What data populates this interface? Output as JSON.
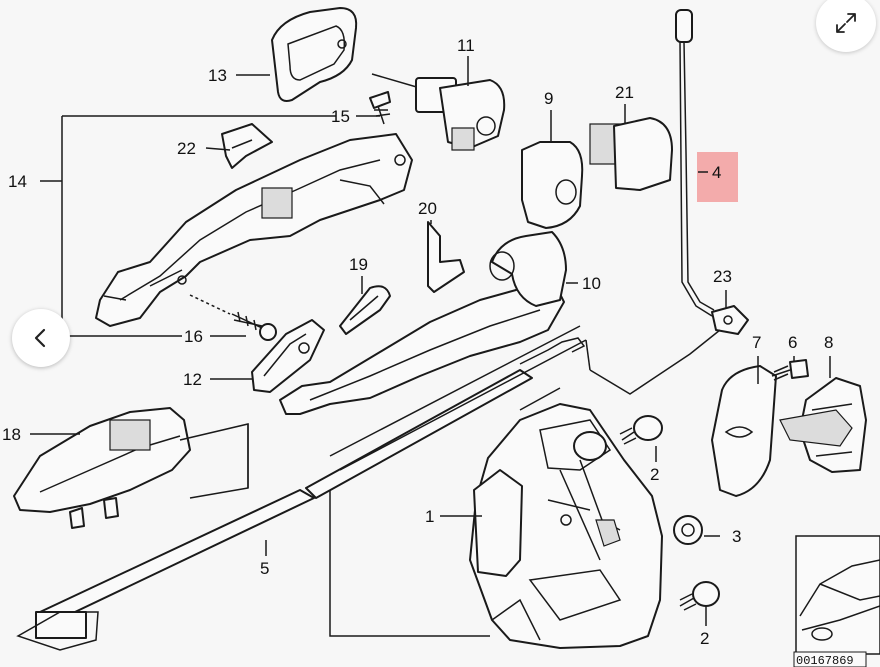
{
  "diagram": {
    "labels": {
      "p1": "1",
      "p2a": "2",
      "p2b": "2",
      "p3": "3",
      "p4": "4",
      "p5": "5",
      "p6": "6",
      "p7": "7",
      "p8": "8",
      "p9": "9",
      "p10": "10",
      "p11": "11",
      "p12": "12",
      "p13": "13",
      "p14": "14",
      "p15": "15",
      "p16": "16",
      "p18": "18",
      "p19": "19",
      "p20": "20",
      "p21": "21",
      "p22": "22",
      "p23": "23"
    },
    "highlighted_part": "4",
    "reference_number": "00167869"
  },
  "controls": {
    "prev_icon": "chevron-left-icon",
    "expand_icon": "expand-arrows-icon"
  }
}
